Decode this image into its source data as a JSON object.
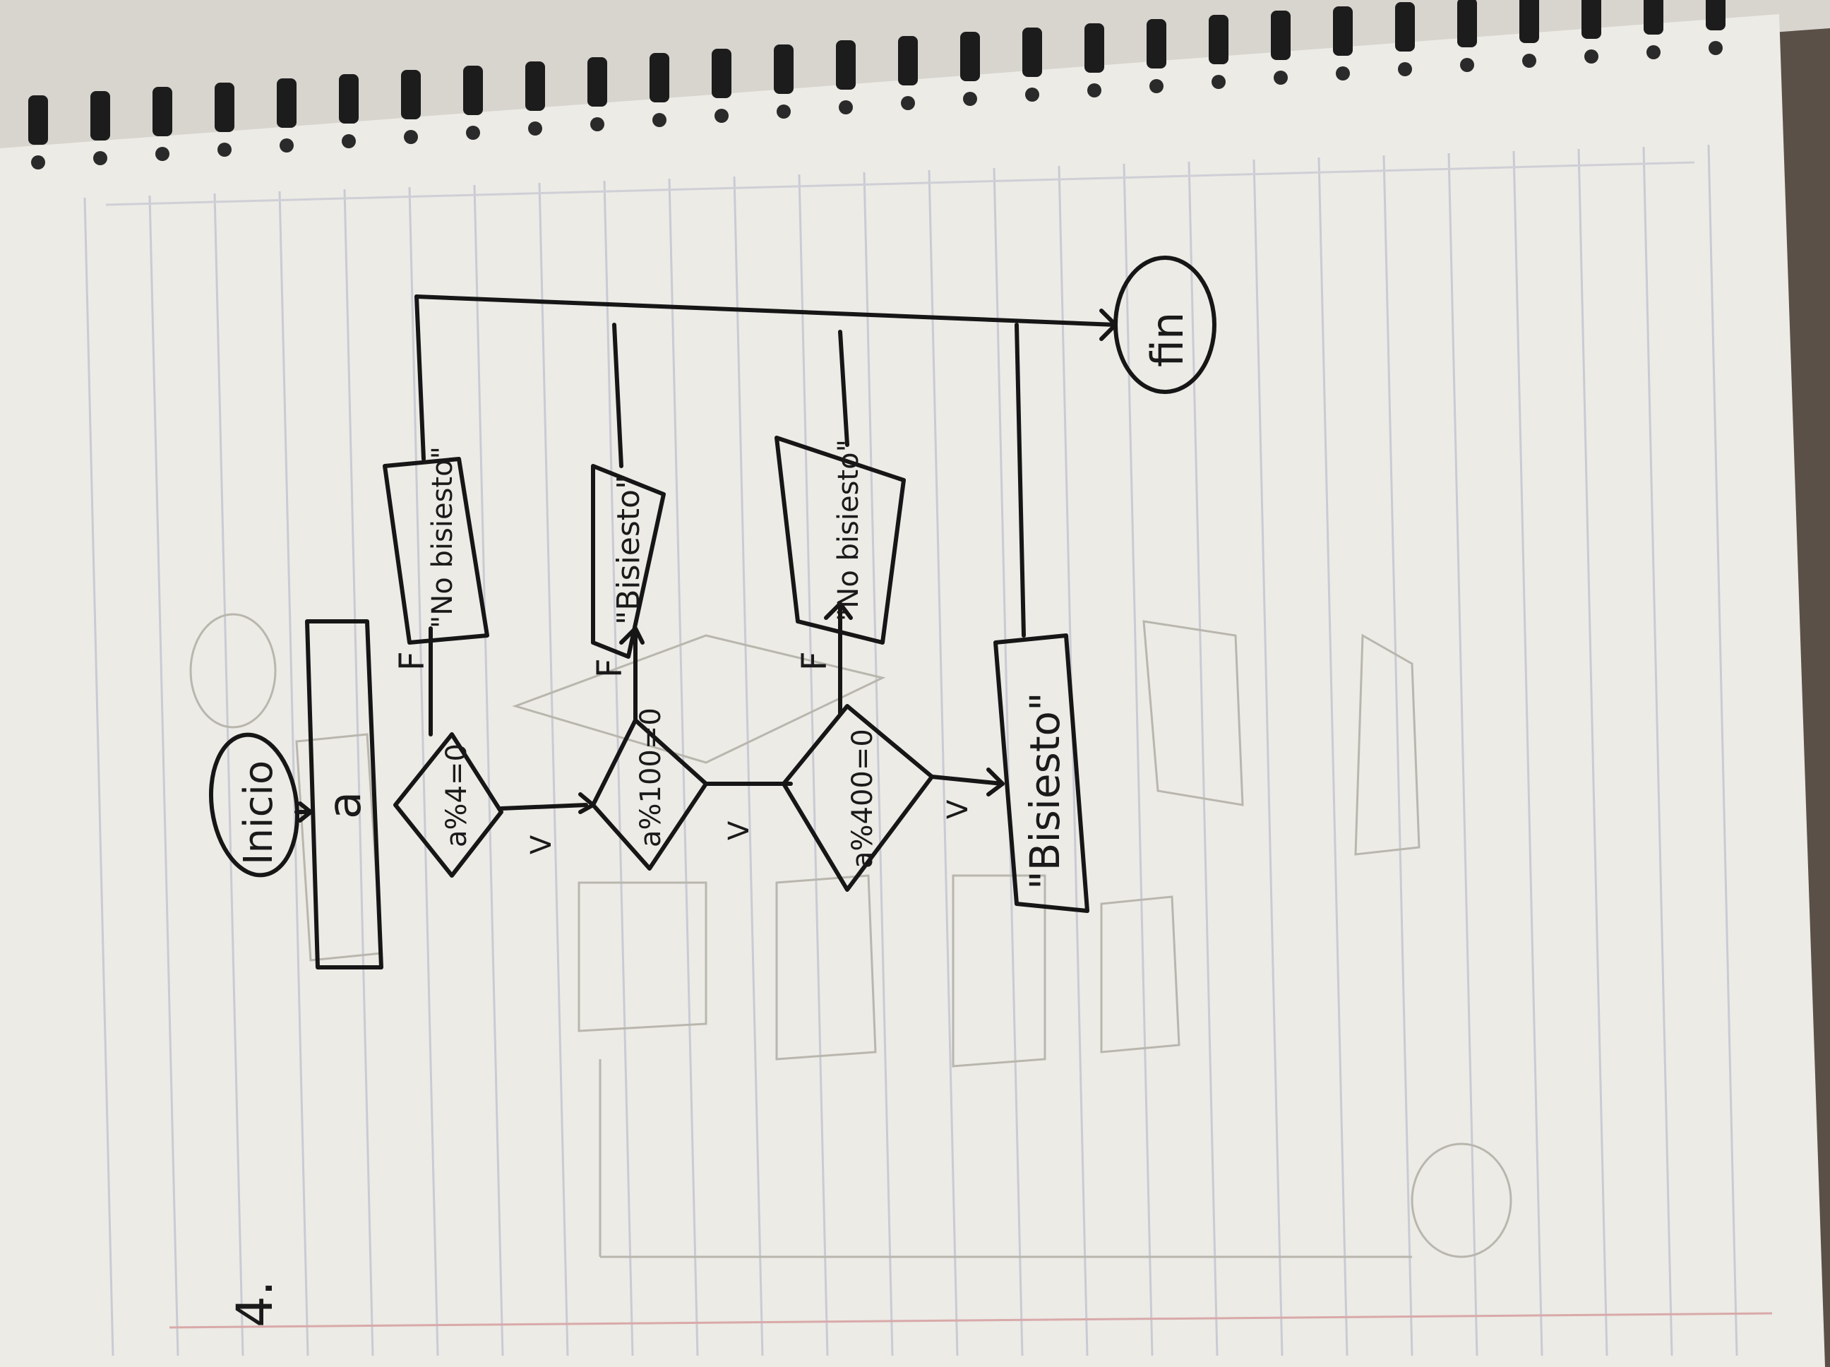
{
  "page_number": "4.",
  "colors": {
    "paper": "#ecebe6",
    "ink": "#161616",
    "ghost_ink": "#b9b6ad",
    "rule_line": "#c9cbd4",
    "margin_line": "#d9a9a9",
    "spiral": "#1c1c1c"
  },
  "flowchart": {
    "start": "Inicio",
    "input": "a",
    "decision_1": "a%4=0",
    "decision_2": "a%100=0",
    "decision_3": "a%400=0",
    "output_no_1": "\"No bisiesto\"",
    "output_yes_1": "\"Bisiesto\"",
    "output_no_2": "\"No bisiesto\"",
    "output_yes_2": "\"Bisiesto\"",
    "end": "fin",
    "label_false": "F",
    "label_true": "V"
  }
}
